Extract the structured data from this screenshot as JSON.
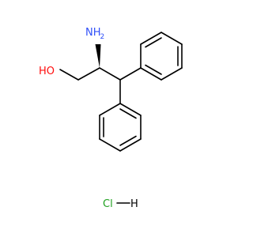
{
  "molecule": {
    "atom_labels": {
      "oh": "HO",
      "nh2_symbol": "N",
      "nh2_h": "H",
      "nh2_subscript": "2",
      "cl": "Cl",
      "h": "H"
    },
    "colors": {
      "bond": "#000000",
      "oxygen": "#ff0d0d",
      "nitrogen": "#3050f8",
      "chlorine": "#1fa01f",
      "carbon_hydrogen": "#000000"
    }
  }
}
